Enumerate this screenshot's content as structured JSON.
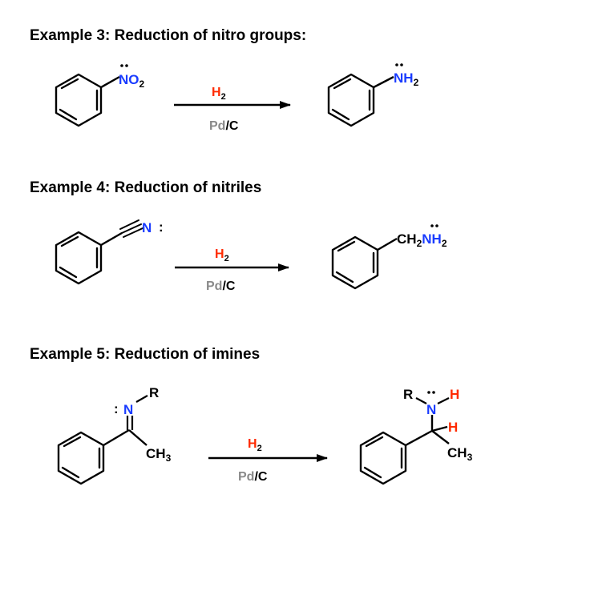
{
  "examples": [
    {
      "title": "Example 3: Reduction of nitro groups:",
      "reagent_top": "H",
      "reagent_top_sub": "2",
      "reagent_bottom_pd": "Pd",
      "reagent_bottom_slash_c": "/C",
      "reactant_group": "NO",
      "reactant_group_sub": "2",
      "product_group": "NH",
      "product_group_sub": "2"
    },
    {
      "title": "Example 4: Reduction of nitriles",
      "reagent_top": "H",
      "reagent_top_sub": "2",
      "reagent_bottom_pd": "Pd",
      "reagent_bottom_slash_c": "/C",
      "reactant_group": "N",
      "reactant_lone_pair": ":",
      "product_group_c": "CH",
      "product_group_c_sub": "2",
      "product_group_n": "NH",
      "product_group_n_sub": "2"
    },
    {
      "title": "Example 5: Reduction of imines",
      "reagent_top": "H",
      "reagent_top_sub": "2",
      "reagent_bottom_pd": "Pd",
      "reagent_bottom_slash_c": "/C",
      "reactant_n": "N",
      "reactant_lone_pair": ":",
      "reactant_r": "R",
      "reactant_methyl": "CH",
      "reactant_methyl_sub": "3",
      "product_r": "R",
      "product_n": "N",
      "product_nh": "H",
      "product_ch": "H",
      "product_methyl": "CH",
      "product_methyl_sub": "3"
    }
  ],
  "colors": {
    "nitrogen": "#1a3cff",
    "oxygen_hydrogen": "#ff2a00",
    "catalyst": "#8a8a8a",
    "ink": "#000000"
  }
}
